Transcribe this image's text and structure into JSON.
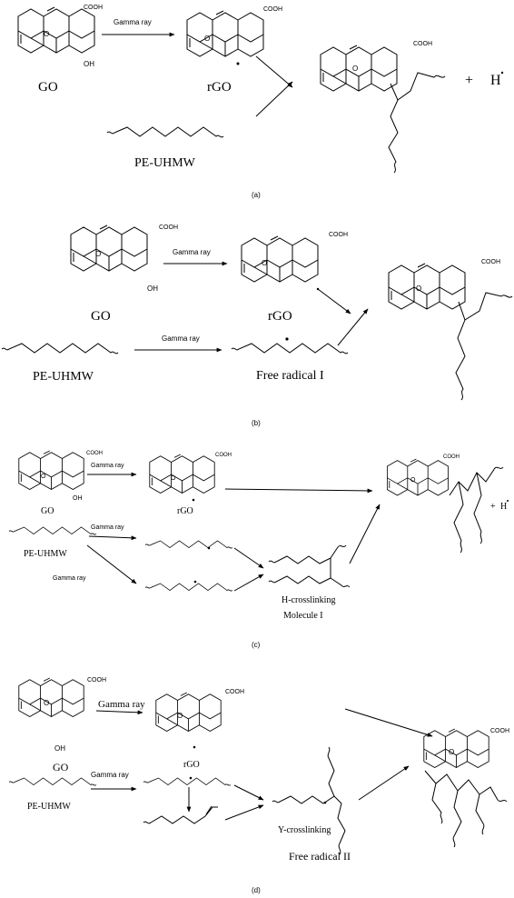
{
  "panels": [
    {
      "caption": "(a)",
      "labels": {
        "go": "GO",
        "rgo": "rGO",
        "pe": "PE-UHMW",
        "gamma": "Gamma ray",
        "h": "H",
        "plus": "+"
      },
      "groups": {
        "cooh": "COOH",
        "o": "O",
        "oh": "OH"
      }
    },
    {
      "caption": "(b)",
      "labels": {
        "go": "GO",
        "rgo": "rGO",
        "pe": "PE-UHMW",
        "gamma1": "Gamma ray",
        "gamma2": "Gamma ray",
        "fr": "Free radical I"
      },
      "groups": {
        "cooh": "COOH",
        "o": "O",
        "oh": "OH"
      }
    },
    {
      "caption": "(c)",
      "labels": {
        "go": "GO",
        "rgo": "rGO",
        "pe": "PE-UHMW",
        "gamma1": "Gamma ray",
        "gamma2": "Gamma ray",
        "gamma3": "Gamma ray",
        "hcl": "H-crosslinking",
        "mol": "Molecule I",
        "h": "H",
        "plus": "+"
      },
      "groups": {
        "cooh": "COOH",
        "o": "O",
        "oh": "OH"
      }
    },
    {
      "caption": "(d)",
      "labels": {
        "go": "GO",
        "rgo": "rGO",
        "pe": "PE-UHMW",
        "gamma1": "Gamma ray",
        "gamma2": "Gamma ray",
        "ycl": "Y-crosslinking",
        "fr2": "Free radical II"
      },
      "groups": {
        "cooh": "COOH",
        "o": "O",
        "oh": "OH"
      }
    }
  ]
}
